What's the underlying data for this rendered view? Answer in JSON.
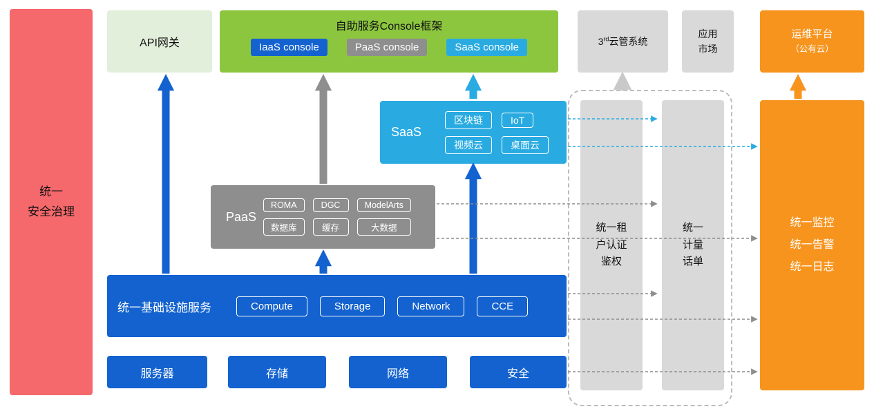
{
  "colors": {
    "red": "#f5696c",
    "light_green": "#e2efda",
    "green": "#8cc63f",
    "blue": "#1362cf",
    "gray": "#8e8e8e",
    "light_gray": "#d9d9d9",
    "cyan": "#29abe2",
    "orange": "#f7941e"
  },
  "security_bar": {
    "label": "统一\n安全治理"
  },
  "api_gateway": {
    "label": "API网关"
  },
  "console_framework": {
    "title": "自助服务Console框架",
    "iaas_console": "IaaS console",
    "paas_console": "PaaS console",
    "saas_console": "SaaS console"
  },
  "third_party_cloud": {
    "num": "3",
    "sup": "rd",
    "rest": "云管系统"
  },
  "app_market": {
    "label": "应用\n市场"
  },
  "om_platform": {
    "line1": "运维平台",
    "line2": "（公有云）"
  },
  "saas": {
    "label": "SaaS",
    "items": [
      "区块链",
      "IoT",
      "视频云",
      "桌面云"
    ]
  },
  "paas": {
    "label": "PaaS",
    "items": [
      "ROMA",
      "DGC",
      "ModelArts",
      "数据库",
      "缓存",
      "大数据"
    ]
  },
  "infrastructure": {
    "label": "统一基础设施服务",
    "items": [
      "Compute",
      "Storage",
      "Network",
      "CCE"
    ]
  },
  "hardware": {
    "items": [
      "服务器",
      "存储",
      "网络",
      "安全"
    ]
  },
  "auth_bar": {
    "label": "统一租\n户认证\n鉴权"
  },
  "metering_bar": {
    "label": "统一\n计量\n话单"
  },
  "monitoring_box": {
    "label": "统一监控\n统一告警\n统一日志"
  }
}
